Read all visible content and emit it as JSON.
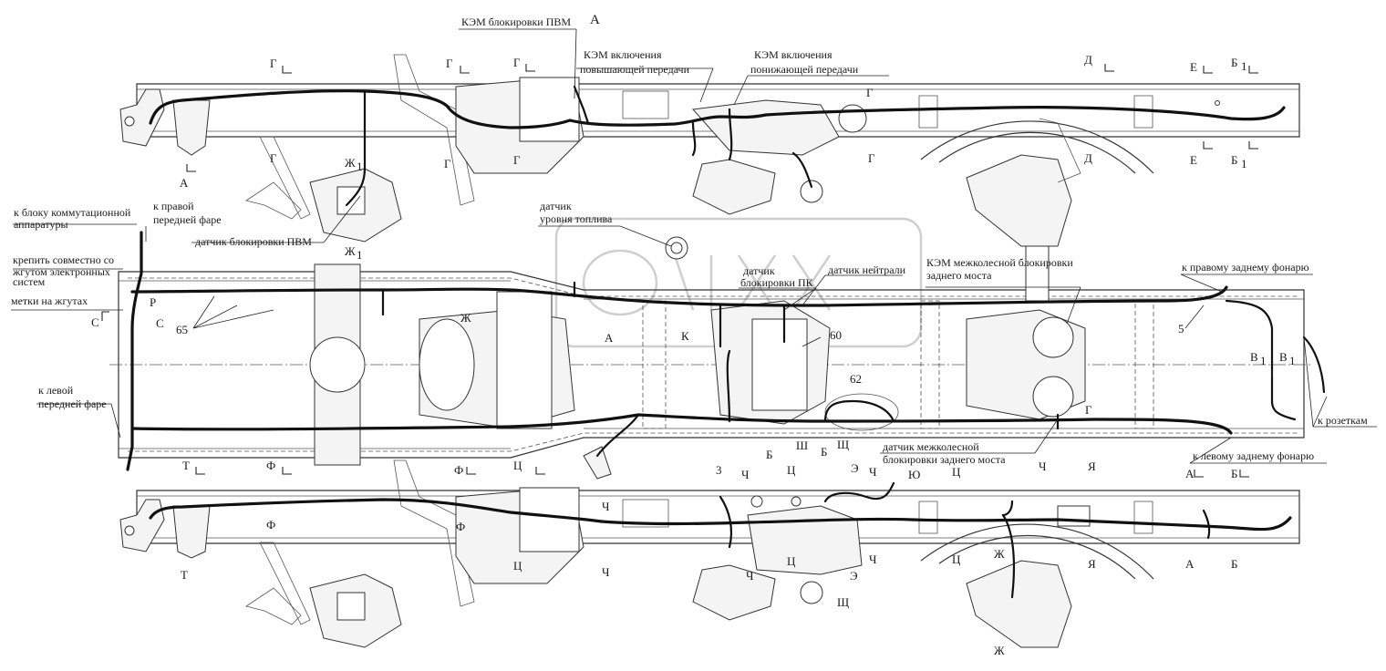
{
  "labels": {
    "view_a_title": "А",
    "kem_pvm": "КЭМ блокировки ПВМ",
    "kem_up_1": "КЭМ включения",
    "kem_up_2": "повышающей передачи",
    "kem_down_1": "КЭМ включения",
    "kem_down_2": "понижающей передачи",
    "to_switch_1": "к блоку коммутационной",
    "to_switch_2": "аппаратуры",
    "to_right_head_1": "к правой",
    "to_right_head_2": "передней фаре",
    "fix_together_1": "крепить совместно со",
    "fix_together_2": "жгутом электронных",
    "fix_together_3": "систем",
    "harness_marks": "метки на жгутах",
    "to_left_head_1": "к левой",
    "to_left_head_2": "передней фаре",
    "pvm_sensor": "датчик блокировки ПВМ",
    "fuel_sensor_1": "датчик",
    "fuel_sensor_2": "уровня топлива",
    "pk_sensor_1": "датчик",
    "pk_sensor_2": "блокировки ПК",
    "neutral_sensor": "датчик нейтрали",
    "kem_axle_1": "КЭМ межколесной блокировки",
    "kem_axle_2": "заднего моста",
    "to_right_rear_lamp": "к правому заднему фонарю",
    "to_left_rear_lamp": "к левому заднему фонарю",
    "to_sockets": "к розеткам",
    "axle_sensor_1": "датчик межколесной",
    "axle_sensor_2": "блокировки заднего моста"
  },
  "callouts": {
    "n65": "65",
    "n60": "60",
    "n62": "62",
    "n5": "5",
    "n3": "3"
  },
  "sections": {
    "a": "А",
    "a1": "А",
    "g": "Г",
    "g1": "Г",
    "g2": "Г",
    "g3": "Г",
    "g4": "Г",
    "g5": "Г",
    "g6": "Г",
    "d": "Д",
    "d2": "Д",
    "e": "Е",
    "e2": "Е",
    "b1": "Б",
    "b1s": "1",
    "b2": "Б",
    "b2s": "1",
    "zh": "Ж",
    "zh1s": "1",
    "zh2": "Ж",
    "zh2s": "1",
    "c": "С",
    "c2": "С",
    "r": "Р",
    "zh3": "Ж",
    "a3": "А",
    "k": "К",
    "v": "В",
    "vs": "1",
    "v2": "В",
    "v2s": "1",
    "g7": "Г",
    "t": "Т",
    "t2": "Т",
    "f": "Ф",
    "f2": "Ф",
    "f3": "Ф",
    "f4": "Ф",
    "ts": "Ц",
    "ts2": "Ц",
    "ts3": "Ц",
    "ts4": "Ц",
    "ts5": "Ц",
    "ts6": "Ц",
    "ch": "Ч",
    "ch2": "Ч",
    "ch3": "Ч",
    "ch4": "Ч",
    "ch5": "Ч",
    "ch6": "Ч",
    "ch7": "Ч",
    "b3": "Б",
    "b4": "Б",
    "sh": "Ш",
    "shch": "Щ",
    "shch2": "Щ",
    "e3": "Э",
    "e4": "Э",
    "yu": "Ю",
    "ya": "Я",
    "ya2": "Я",
    "a4": "А",
    "a5": "А",
    "b5": "Б",
    "b6": "Б",
    "zh4": "Ж",
    "zh5": "Ж"
  }
}
